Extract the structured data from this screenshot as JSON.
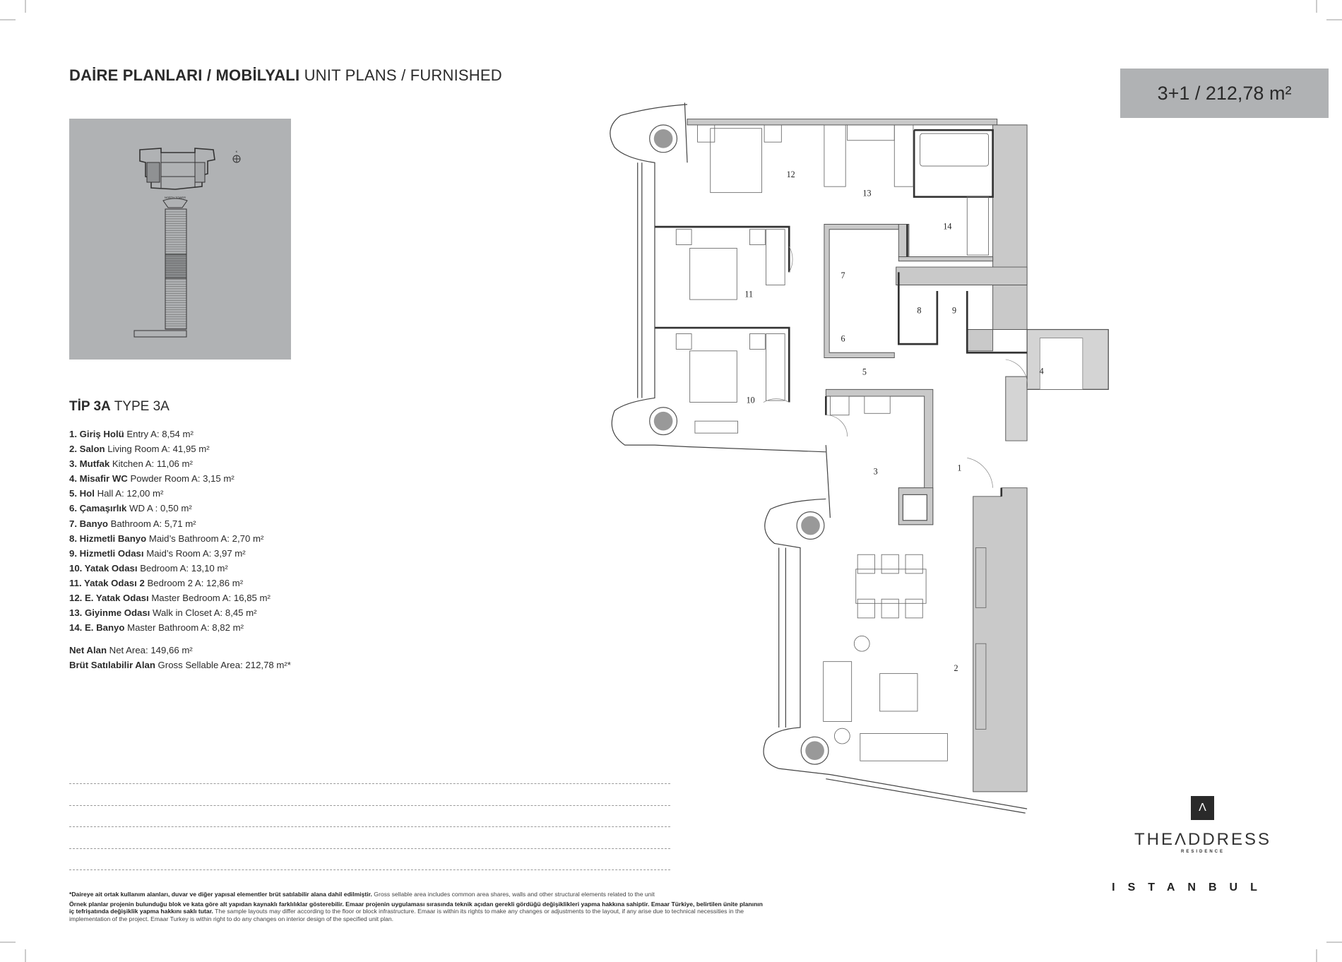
{
  "header": {
    "title_bold": "DAİRE PLANLARI / MOBİLYALI",
    "title_regular": " UNIT PLANS / FURNISHED",
    "unit_badge": "3+1 / 212,78 m²"
  },
  "key_plan": {
    "tower_label": "NORTH TOWER",
    "compass_label": "K"
  },
  "type": {
    "bold": "TİP 3A",
    "regular": " TYPE 3A"
  },
  "rooms": [
    {
      "tr": "1. Giriş Holü",
      "en": " Entry A: 8,54 m²"
    },
    {
      "tr": "2. Salon",
      "en": " Living Room A: 41,95 m²"
    },
    {
      "tr": "3. Mutfak",
      "en": " Kitchen A: 11,06 m²"
    },
    {
      "tr": "4. Misafir WC",
      "en": " Powder Room A: 3,15 m²"
    },
    {
      "tr": "5. Hol",
      "en": " Hall A: 12,00 m²"
    },
    {
      "tr": "6. Çamaşırlık",
      "en": " WD A : 0,50 m²"
    },
    {
      "tr": "7. Banyo",
      "en": " Bathroom A: 5,71 m²"
    },
    {
      "tr": "8. Hizmetli Banyo",
      "en": " Maid’s Bathroom A: 2,70 m²"
    },
    {
      "tr": "9. Hizmetli Odası",
      "en": " Maid’s Room A: 3,97 m²"
    },
    {
      "tr": "10. Yatak Odası",
      "en": " Bedroom A: 13,10 m²"
    },
    {
      "tr": "11. Yatak Odası 2",
      "en": " Bedroom 2 A: 12,86 m²"
    },
    {
      "tr": "12. E. Yatak Odası",
      "en": " Master Bedroom A: 16,85 m²"
    },
    {
      "tr": "13. Giyinme Odası",
      "en": " Walk in Closet A: 8,45 m²"
    },
    {
      "tr": "14. E. Banyo",
      "en": " Master Bathroom A: 8,82 m²"
    }
  ],
  "totals": {
    "net_bold": "Net Alan",
    "net_regular": " Net Area: 149,66 m²",
    "gross_bold": "Brüt Satılabilir Alan",
    "gross_regular": " Gross Sellable Area: 212,78 m²*"
  },
  "plan_labels": [
    "1",
    "2",
    "3",
    "4",
    "5",
    "6",
    "7",
    "8",
    "9",
    "10",
    "11",
    "12",
    "13",
    "14"
  ],
  "footnotes": [
    {
      "bold": "*Daireye ait ortak kullanım alanları, duvar ve diğer yapısal elementler brüt satılabilir alana dahil edilmiştir.",
      "regular": " Gross sellable area includes common area shares, walls and other structural elements related to the unit"
    },
    {
      "bold": "Örnek planlar projenin bulunduğu blok ve kata göre alt yapıdan kaynaklı farklılıklar gösterebilir. Emaar projenin uygulaması sırasında teknik açıdan gerekli gördüğü değişiklikleri yapma hakkına sahiptir. Emaar Türkiye, belirtilen ünite planının iç tefrişatında değişiklik yapma hakkını saklı tutar.",
      "regular": " The sample layouts may differ according to the floor or block infrastructure. Emaar is within its rights to make any changes or adjustments to the layout, if any arise due to technical necessities in the implementation of the project. Emaar Turkey is within right to do any changes on interior design of the specified unit plan."
    }
  ],
  "brand": {
    "mark": "Λ",
    "name": "THEΛDDRESS",
    "sub": "RESIDENCE",
    "city": "ISTANBUL"
  },
  "colors": {
    "badge": "#b0b2b4",
    "wall_fill": "#c9c9c9",
    "text": "#2b2b2b"
  }
}
